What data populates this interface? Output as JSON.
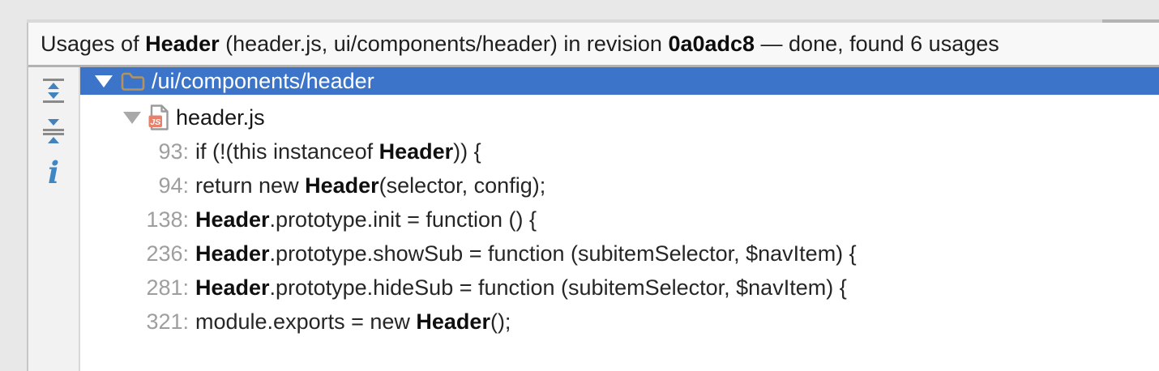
{
  "title_bar": {
    "segments": [
      {
        "text": "Usages of ",
        "bold": false
      },
      {
        "text": "Header",
        "bold": true
      },
      {
        "text": " (header.js, ui/components/header) in revision ",
        "bold": false
      },
      {
        "text": "0a0adc8",
        "bold": true
      },
      {
        "text": " — done, found 6 usages",
        "bold": false
      }
    ]
  },
  "toolbar": {
    "icons": [
      "expand-all-icon",
      "collapse-all-icon",
      "info-icon"
    ]
  },
  "tree": {
    "root": {
      "label": "/ui/components/header",
      "icon": "folder-icon",
      "expanded": true,
      "selected": true
    },
    "file": {
      "label": "header.js",
      "icon": "js-file-icon",
      "badge": "JS",
      "expanded": true
    },
    "usages": [
      {
        "line": "93:",
        "segments": [
          {
            "text": "if (!(this instanceof ",
            "bold": false
          },
          {
            "text": "Header",
            "bold": true
          },
          {
            "text": ")) {",
            "bold": false
          }
        ]
      },
      {
        "line": "94:",
        "segments": [
          {
            "text": "return new ",
            "bold": false
          },
          {
            "text": "Header",
            "bold": true
          },
          {
            "text": "(selector, config);",
            "bold": false
          }
        ]
      },
      {
        "line": "138:",
        "segments": [
          {
            "text": "Header",
            "bold": true
          },
          {
            "text": ".prototype.init = function () {",
            "bold": false
          }
        ]
      },
      {
        "line": "236:",
        "segments": [
          {
            "text": "Header",
            "bold": true
          },
          {
            "text": ".prototype.showSub = function (subitemSelector, $navItem) {",
            "bold": false
          }
        ]
      },
      {
        "line": "281:",
        "segments": [
          {
            "text": "Header",
            "bold": true
          },
          {
            "text": ".prototype.hideSub = function (subitemSelector, $navItem) {",
            "bold": false
          }
        ]
      },
      {
        "line": "321:",
        "segments": [
          {
            "text": "module.exports = new ",
            "bold": false
          },
          {
            "text": "Header",
            "bold": true
          },
          {
            "text": "();",
            "bold": false
          }
        ]
      }
    ]
  },
  "colors": {
    "selection_blue": "#3b74c8",
    "folder_tan": "#b6935c",
    "js_badge_orange": "#e8806a",
    "doc_gray": "#9b9b9b",
    "toolbar_icon_gray": "#8a8a8a",
    "toolbar_icon_blue": "#4383bd",
    "info_blue": "#3f86c4",
    "line_number_gray": "#9e9e9e",
    "outer_background": "#e8e8e8"
  }
}
